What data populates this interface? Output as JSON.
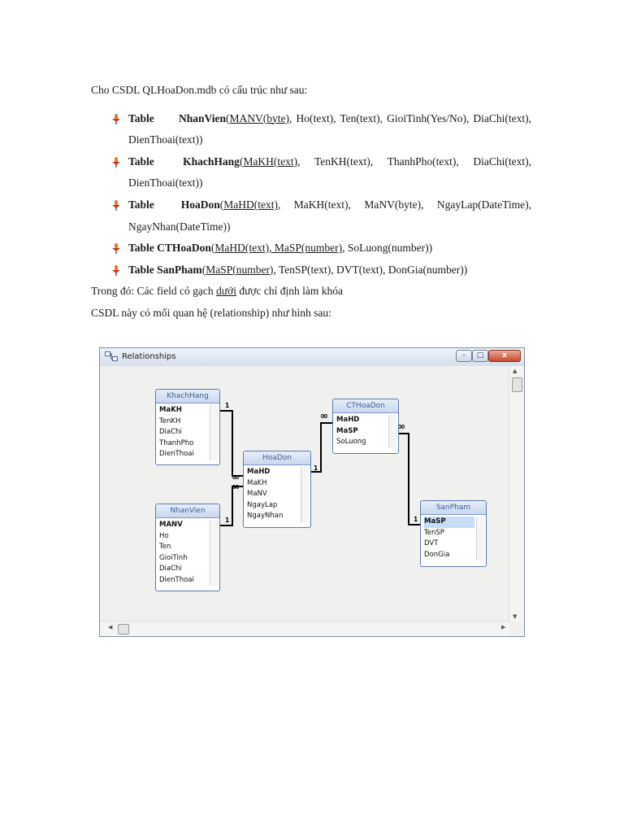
{
  "document": {
    "intro": "Cho CSDL QLHoaDon.mdb có cấu trúc như sau:",
    "tables": [
      {
        "prefix": "Table",
        "name": "NhanVien",
        "keys": "MANV(byte)",
        "after_key": ", Ho(text), Ten(text), GioiTinh(Yes/No), DiaChi(text), DienThoai(text))"
      },
      {
        "prefix": "Table",
        "name": "KhachHang",
        "keys": "MaKH(text)",
        "after_key": ", TenKH(text), ThanhPho(text), DiaChi(text), DienThoai(text))"
      },
      {
        "prefix": "Table",
        "name": "HoaDon",
        "keys": "MaHD(text)",
        "after_key": ", MaKH(text), MaNV(byte), NgayLap(DateTime), NgayNhan(DateTime))"
      },
      {
        "prefix": "Table",
        "name": "CTHoaDon",
        "keys": "MaHD(text), MaSP(number)",
        "after_key": ", SoLuong(number))"
      },
      {
        "prefix": "Table",
        "name": "SanPham",
        "keys": "MaSP(number)",
        "after_key": ", TenSP(text), DVT(text), DonGia(number))"
      }
    ],
    "note_before": "Trong đó: Các field có gạch ",
    "note_underlined": "dưới",
    "note_after": " được chỉ định làm khóa",
    "relationship_text": "CSDL này có mối quan hệ (relationship) như hình sau:"
  },
  "window": {
    "title": "Relationships",
    "icon": "relationships-icon",
    "buttons": {
      "minimize": "–",
      "maximize": "□",
      "close": "x"
    },
    "scroll": {
      "up": "▲",
      "down": "▼",
      "left": "◀",
      "right": "▶"
    }
  },
  "diagram": {
    "tables": {
      "khachhang": {
        "title": "KhachHang",
        "fields": [
          "MaKH",
          "TenKH",
          "DiaChi",
          "ThanhPho",
          "DienThoai"
        ]
      },
      "nhanvien": {
        "title": "NhanVien",
        "fields": [
          "MANV",
          "Ho",
          "Ten",
          "GioiTinh",
          "DiaChi",
          "DienThoai"
        ]
      },
      "hoadon": {
        "title": "HoaDon",
        "fields": [
          "MaHD",
          "MaKH",
          "MaNV",
          "NgayLap",
          "NgayNhan"
        ]
      },
      "cthoadon": {
        "title": "CTHoaDon",
        "fields": [
          "MaHD",
          "MaSP",
          "SoLuong"
        ]
      },
      "sanpham": {
        "title": "SanPham",
        "fields": [
          "MaSP",
          "TenSP",
          "DVT",
          "DonGia"
        ]
      }
    },
    "labels": {
      "one": "1",
      "many": "∞"
    }
  },
  "colors": {
    "bullet": "#c0392b",
    "table_border": "#5a7bb0",
    "selected_field": "#c7dcf7",
    "key_field_weight": "bold"
  }
}
